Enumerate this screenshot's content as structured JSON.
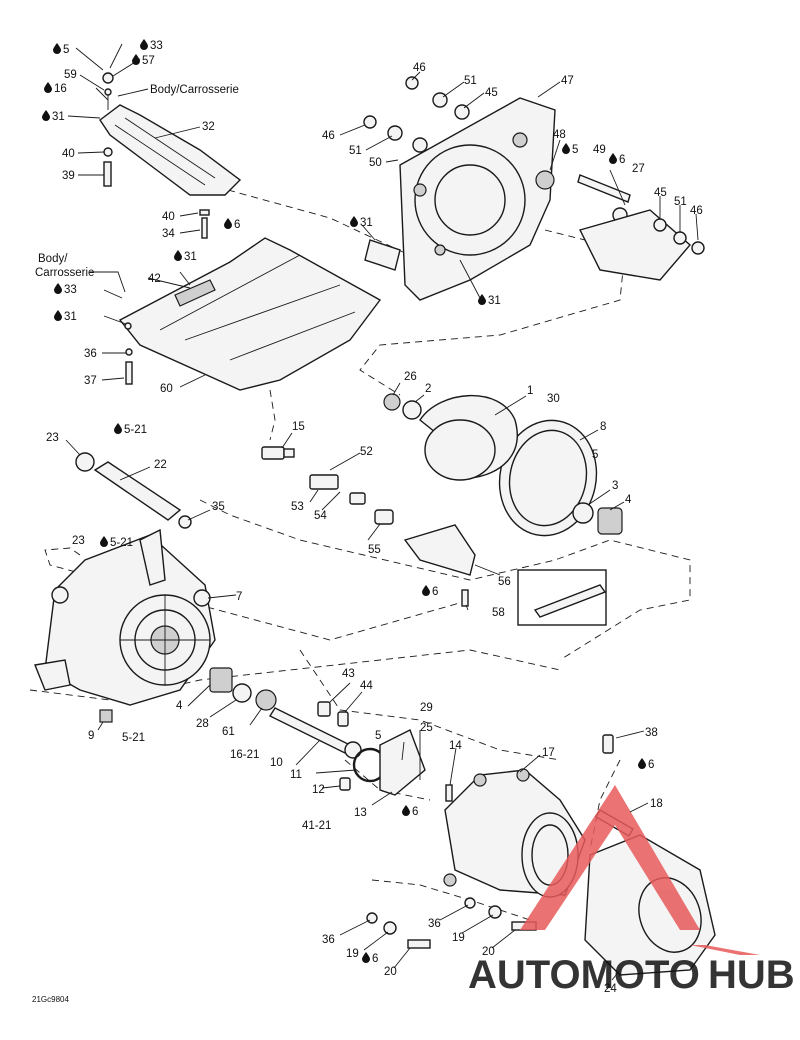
{
  "figure_code": "21Gc9804",
  "watermark": {
    "brand_left": "AUTOMOTO",
    "brand_right": "HUB",
    "color_primary": "#f08c23",
    "color_secondary": "#555555",
    "triangle_color": "#e85a5a"
  },
  "body_labels": {
    "top": "Body/Carrosserie",
    "left_line1": "Body/",
    "left_line2": "Carrosserie"
  },
  "callouts": [
    {
      "text": "5",
      "drop": true
    },
    {
      "text": "33",
      "drop": true
    },
    {
      "text": "57",
      "drop": true
    },
    {
      "text": "59",
      "drop": false
    },
    {
      "text": "16",
      "drop": true
    },
    {
      "text": "31",
      "drop": true
    },
    {
      "text": "32",
      "drop": false
    },
    {
      "text": "40",
      "drop": false
    },
    {
      "text": "39",
      "drop": false
    },
    {
      "text": "40",
      "drop": false
    },
    {
      "text": "34",
      "drop": false
    },
    {
      "text": "6",
      "drop": true
    },
    {
      "text": "46",
      "drop": false
    },
    {
      "text": "51",
      "drop": false
    },
    {
      "text": "45",
      "drop": false
    },
    {
      "text": "47",
      "drop": false
    },
    {
      "text": "46",
      "drop": false
    },
    {
      "text": "51",
      "drop": false
    },
    {
      "text": "50",
      "drop": false
    },
    {
      "text": "48",
      "drop": false
    },
    {
      "text": "5",
      "drop": true
    },
    {
      "text": "49",
      "drop": false
    },
    {
      "text": "6",
      "drop": true
    },
    {
      "text": "27",
      "drop": false
    },
    {
      "text": "45",
      "drop": false
    },
    {
      "text": "51",
      "drop": false
    },
    {
      "text": "46",
      "drop": false
    },
    {
      "text": "31",
      "drop": true
    },
    {
      "text": "31",
      "drop": true
    },
    {
      "text": "31",
      "drop": true
    },
    {
      "text": "42",
      "drop": false
    },
    {
      "text": "33",
      "drop": true
    },
    {
      "text": "31",
      "drop": true
    },
    {
      "text": "36",
      "drop": false
    },
    {
      "text": "37",
      "drop": false
    },
    {
      "text": "60",
      "drop": false
    },
    {
      "text": "26",
      "drop": false
    },
    {
      "text": "2",
      "drop": false
    },
    {
      "text": "1",
      "drop": false
    },
    {
      "text": "30",
      "drop": false
    },
    {
      "text": "8",
      "drop": false
    },
    {
      "text": "5",
      "drop": false
    },
    {
      "text": "3",
      "drop": false
    },
    {
      "text": "4",
      "drop": false
    },
    {
      "text": "23",
      "drop": false
    },
    {
      "text": "5-21",
      "drop": true
    },
    {
      "text": "22",
      "drop": false
    },
    {
      "text": "15",
      "drop": false
    },
    {
      "text": "52",
      "drop": false
    },
    {
      "text": "53",
      "drop": false
    },
    {
      "text": "54",
      "drop": false
    },
    {
      "text": "35",
      "drop": false
    },
    {
      "text": "55",
      "drop": false
    },
    {
      "text": "23",
      "drop": false
    },
    {
      "text": "5-21",
      "drop": true
    },
    {
      "text": "56",
      "drop": false
    },
    {
      "text": "6",
      "drop": true
    },
    {
      "text": "58",
      "drop": false
    },
    {
      "text": "7",
      "drop": false
    },
    {
      "text": "43",
      "drop": false
    },
    {
      "text": "44",
      "drop": false
    },
    {
      "text": "4",
      "drop": false
    },
    {
      "text": "28",
      "drop": false
    },
    {
      "text": "61",
      "drop": false
    },
    {
      "text": "29",
      "drop": false
    },
    {
      "text": "25",
      "drop": false
    },
    {
      "text": "5",
      "drop": false
    },
    {
      "text": "9",
      "drop": false
    },
    {
      "text": "5-21",
      "drop": false
    },
    {
      "text": "16-21",
      "drop": false
    },
    {
      "text": "10",
      "drop": false
    },
    {
      "text": "14",
      "drop": false
    },
    {
      "text": "11",
      "drop": false
    },
    {
      "text": "12",
      "drop": false
    },
    {
      "text": "13",
      "drop": false
    },
    {
      "text": "6",
      "drop": true
    },
    {
      "text": "41-21",
      "drop": false
    },
    {
      "text": "17",
      "drop": false
    },
    {
      "text": "38",
      "drop": false
    },
    {
      "text": "6",
      "drop": true
    },
    {
      "text": "18",
      "drop": false
    },
    {
      "text": "36",
      "drop": false
    },
    {
      "text": "19",
      "drop": false
    },
    {
      "text": "20",
      "drop": false
    },
    {
      "text": "36",
      "drop": false
    },
    {
      "text": "19",
      "drop": false
    },
    {
      "text": "6",
      "drop": true
    },
    {
      "text": "20",
      "drop": false
    },
    {
      "text": "24",
      "drop": false
    }
  ]
}
